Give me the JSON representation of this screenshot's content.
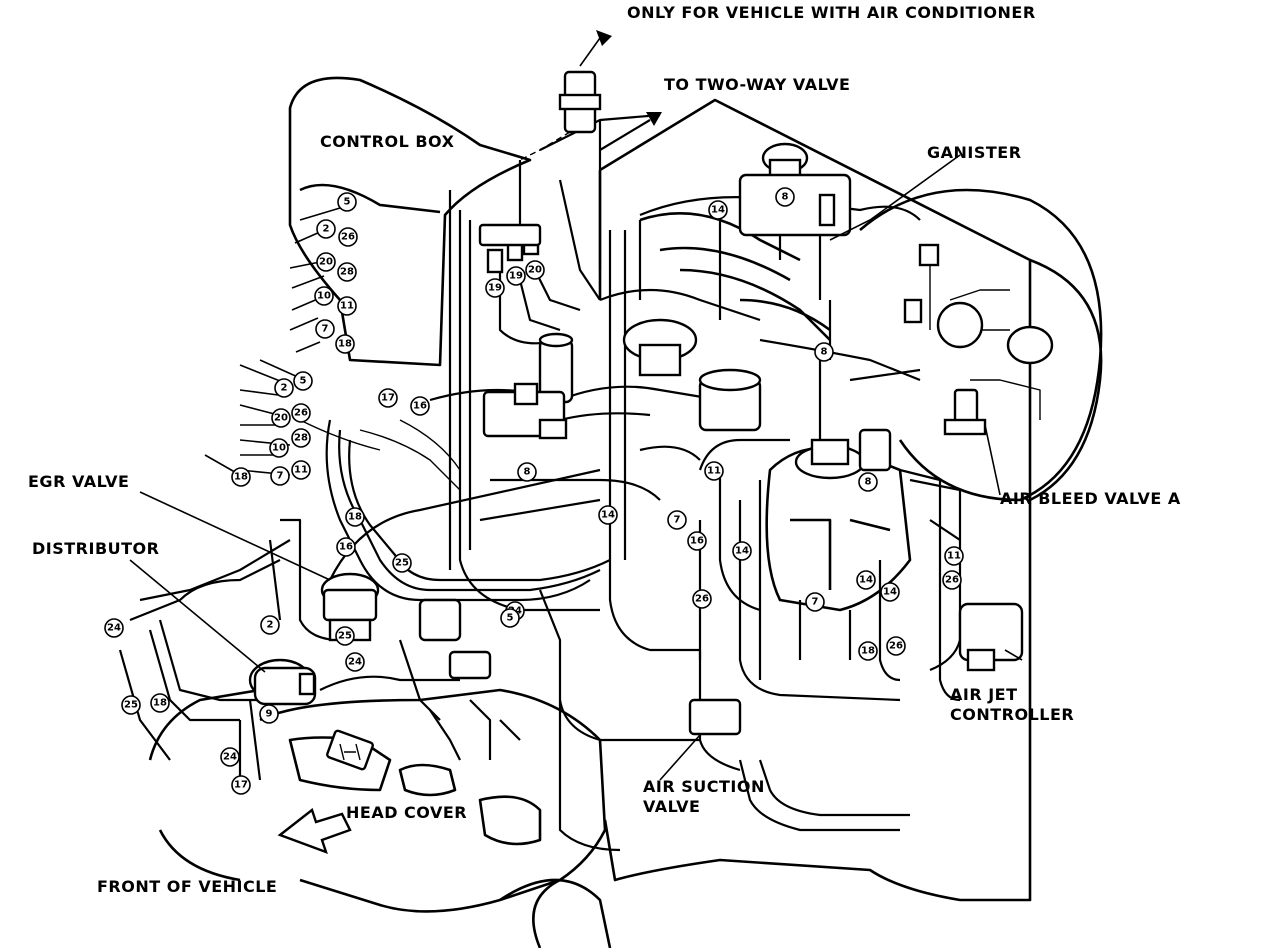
{
  "labels": {
    "ac_note": "ONLY FOR VEHICLE WITH AIR CONDITIONER",
    "two_way_valve": "TO TWO-WAY VALVE",
    "control_box": "CONTROL BOX",
    "canister": "GANISTER",
    "egr_valve": "EGR VALVE",
    "distributor": "DISTRIBUTOR",
    "air_bleed_valve_a": "AIR BLEED VALVE A",
    "air_jet_controller_1": "AIR JET",
    "air_jet_controller_2": "CONTROLLER",
    "air_suction_valve_1": "AIR SUCTION",
    "air_suction_valve_2": "VALVE",
    "head_cover": "HEAD COVER",
    "front_of_vehicle": "FRONT OF VEHICLE"
  },
  "hose_numbers": [
    "5",
    "2",
    "26",
    "20",
    "28",
    "10",
    "11",
    "7",
    "18",
    "2",
    "5",
    "26",
    "20",
    "28",
    "10",
    "7",
    "11",
    "18",
    "17",
    "16",
    "19",
    "19",
    "20",
    "14",
    "8",
    "8",
    "8",
    "18",
    "16",
    "25",
    "2",
    "25",
    "24",
    "24",
    "24",
    "25",
    "18",
    "17",
    "24",
    "9",
    "5",
    "14",
    "7",
    "11",
    "16",
    "14",
    "26",
    "14",
    "14",
    "7",
    "18",
    "26",
    "26",
    "11",
    "8"
  ]
}
